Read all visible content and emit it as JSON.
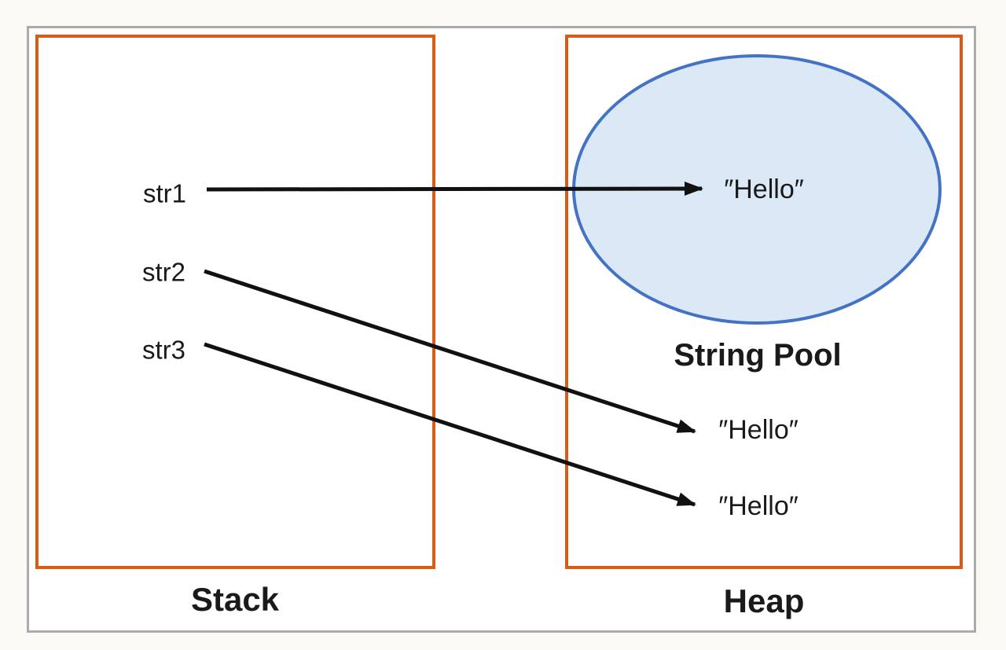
{
  "colors": {
    "frame-gray": "#ABABAB",
    "box-orange": "#D85C17",
    "ellipse-blue": "#4472C4",
    "ellipse-fill": "#DBE8F6",
    "arrow-black": "#111111",
    "page-bg": "#FAF9F6"
  },
  "stack": {
    "label": "Stack",
    "variables": [
      {
        "name": "str1"
      },
      {
        "name": "str2"
      },
      {
        "name": "str3"
      }
    ]
  },
  "heap": {
    "label": "Heap",
    "string_pool": {
      "label": "String Pool",
      "value": "″Hello″"
    },
    "objects": [
      {
        "value": "″Hello″"
      },
      {
        "value": "″Hello″"
      }
    ]
  },
  "references": [
    {
      "from": "str1",
      "to": "string-pool-hello"
    },
    {
      "from": "str2",
      "to": "heap-hello-1"
    },
    {
      "from": "str3",
      "to": "heap-hello-2"
    }
  ]
}
